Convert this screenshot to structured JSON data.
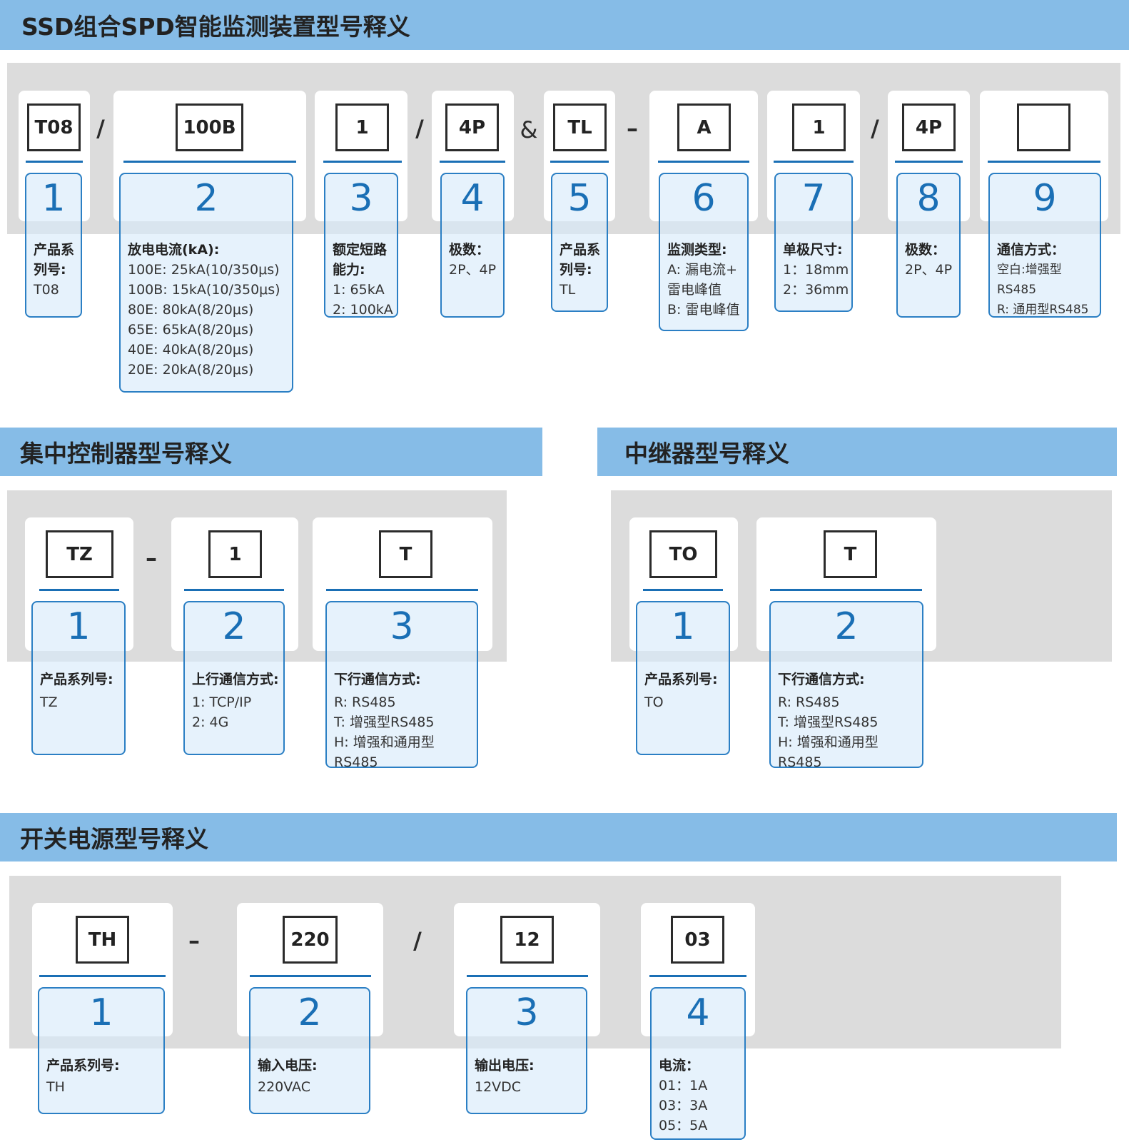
{
  "colors": {
    "header_bg": "#86bce7",
    "panel_bg": "#dcdcdc",
    "accent": "#1a6fb5",
    "desc_border": "#2b7fc4",
    "desc_bg": "#d6eafa"
  },
  "ssd": {
    "title": "SSD组合SPD智能监测装置型号释义",
    "codes": [
      "T08",
      "100B",
      "1",
      "4P",
      "TL",
      "A",
      "1",
      "4P",
      ""
    ],
    "separators": [
      "/",
      "/",
      "&",
      "–",
      "/"
    ],
    "items": [
      {
        "num": "1",
        "label": "产品系\n列号:",
        "values": "T08"
      },
      {
        "num": "2",
        "label": "放电电流(kA):",
        "values": "100E: 25kA(10/350μs)\n100B: 15kA(10/350μs)\n80E: 80kA(8/20μs)\n65E: 65kA(8/20μs)\n40E: 40kA(8/20μs)\n20E: 20kA(8/20μs)"
      },
      {
        "num": "3",
        "label": "额定短路\n能力:",
        "values": "1: 65kA\n2: 100kA"
      },
      {
        "num": "4",
        "label": "极数：",
        "values": "2P、4P"
      },
      {
        "num": "5",
        "label": "产品系\n列号:",
        "values": "TL"
      },
      {
        "num": "6",
        "label": "监测类型:",
        "values": "A: 漏电流+\n雷电峰值\nB: 雷电峰值"
      },
      {
        "num": "7",
        "label": "单极尺寸:",
        "values": "1：18mm\n2：36mm"
      },
      {
        "num": "8",
        "label": "极数：",
        "values": "2P、4P"
      },
      {
        "num": "9",
        "label": "通信方式：",
        "values": "空白:增强型RS485\nR: 通用型RS485"
      }
    ]
  },
  "controller": {
    "title": "集中控制器型号释义",
    "codes": [
      "TZ",
      "1",
      "T"
    ],
    "separators": [
      "–"
    ],
    "items": [
      {
        "num": "1",
        "label": "产品系列号:",
        "values": "TZ"
      },
      {
        "num": "2",
        "label": "上行通信方式:",
        "values": "1: TCP/IP\n2: 4G"
      },
      {
        "num": "3",
        "label": "下行通信方式:",
        "values": "R: RS485\nT: 增强型RS485\nH: 增强和通用型RS485"
      }
    ]
  },
  "repeater": {
    "title": "中继器型号释义",
    "codes": [
      "TO",
      "T"
    ],
    "items": [
      {
        "num": "1",
        "label": "产品系列号:",
        "values": "TO"
      },
      {
        "num": "2",
        "label": "下行通信方式:",
        "values": "R: RS485\nT: 增强型RS485\nH: 增强和通用型RS485"
      }
    ]
  },
  "psu": {
    "title": "开关电源型号释义",
    "codes": [
      "TH",
      "220",
      "12",
      "03"
    ],
    "separators": [
      "–",
      "/"
    ],
    "items": [
      {
        "num": "1",
        "label": "产品系列号:",
        "values": "TH"
      },
      {
        "num": "2",
        "label": "输入电压:",
        "values": "220VAC"
      },
      {
        "num": "3",
        "label": "输出电压:",
        "values": "12VDC"
      },
      {
        "num": "4",
        "label": "电流：",
        "values": "01：1A\n03：3A\n05：5A"
      }
    ]
  }
}
